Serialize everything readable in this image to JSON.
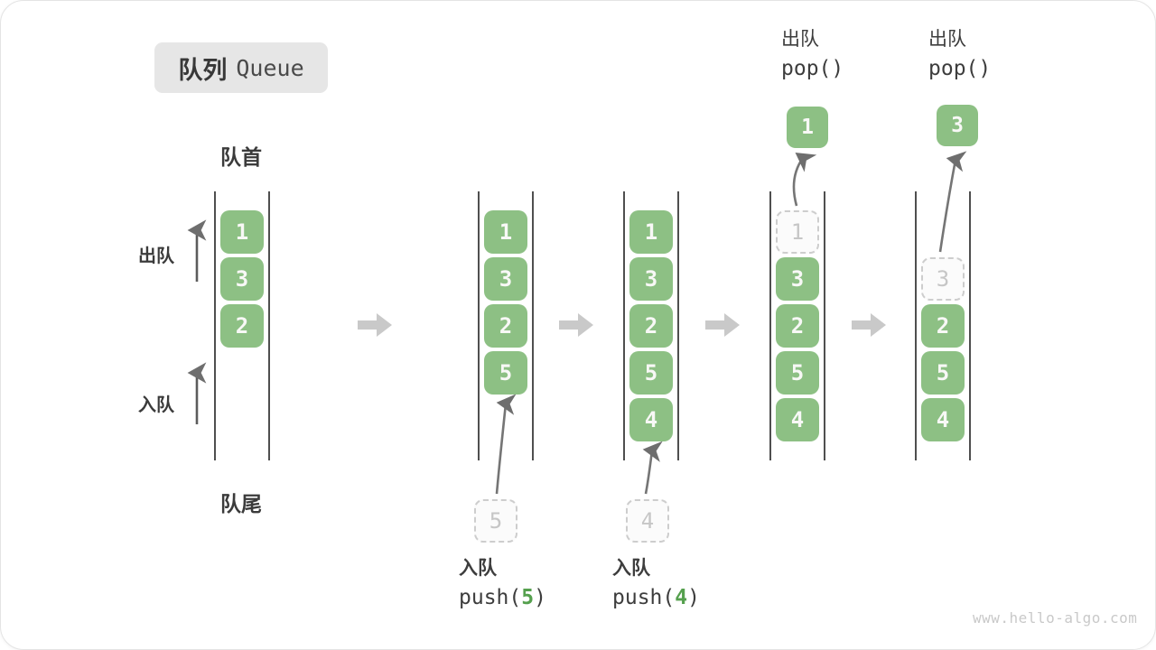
{
  "title": {
    "zh": "队列",
    "en": "Queue"
  },
  "labels": {
    "front": "队首",
    "rear": "队尾",
    "dequeue_side": "出队",
    "enqueue_side": "入队"
  },
  "queue_states": [
    {
      "slots": [
        {
          "value": "1",
          "style": "solid"
        },
        {
          "value": "3",
          "style": "solid"
        },
        {
          "value": "2",
          "style": "solid"
        },
        {
          "value": "",
          "style": "empty"
        },
        {
          "value": "",
          "style": "empty"
        }
      ]
    },
    {
      "slots": [
        {
          "value": "1",
          "style": "solid"
        },
        {
          "value": "3",
          "style": "solid"
        },
        {
          "value": "2",
          "style": "solid"
        },
        {
          "value": "5",
          "style": "solid"
        },
        {
          "value": "",
          "style": "empty"
        }
      ]
    },
    {
      "slots": [
        {
          "value": "1",
          "style": "solid"
        },
        {
          "value": "3",
          "style": "solid"
        },
        {
          "value": "2",
          "style": "solid"
        },
        {
          "value": "5",
          "style": "solid"
        },
        {
          "value": "4",
          "style": "solid"
        }
      ]
    },
    {
      "slots": [
        {
          "value": "1",
          "style": "dashed"
        },
        {
          "value": "3",
          "style": "solid"
        },
        {
          "value": "2",
          "style": "solid"
        },
        {
          "value": "5",
          "style": "solid"
        },
        {
          "value": "4",
          "style": "solid"
        }
      ]
    },
    {
      "slots": [
        {
          "value": "",
          "style": "empty"
        },
        {
          "value": "3",
          "style": "dashed"
        },
        {
          "value": "2",
          "style": "solid"
        },
        {
          "value": "5",
          "style": "solid"
        },
        {
          "value": "4",
          "style": "solid"
        }
      ]
    }
  ],
  "pop_annotations": [
    {
      "label": "出队",
      "code": "pop()",
      "value": "1"
    },
    {
      "label": "出队",
      "code": "pop()",
      "value": "3"
    }
  ],
  "push_annotations": [
    {
      "label": "入队",
      "code_before": "push(",
      "arg": "5",
      "code_after": ")",
      "ghost_value": "5"
    },
    {
      "label": "入队",
      "code_before": "push(",
      "arg": "4",
      "code_after": ")",
      "ghost_value": "4"
    }
  ],
  "watermark": "www.hello-algo.com",
  "colors": {
    "item_green": "#8dc084",
    "item_text": "#f8f8f6",
    "arg_green": "#55a04e",
    "block_arrow_gray": "#c9c9c9",
    "line_arrow_gray": "#757575",
    "wall_gray": "#4f4f4f",
    "ghost_border": "#cdcdcd",
    "ghost_text": "#c6c6c6",
    "title_bg": "#e6e6e6",
    "text_dark": "#3c3c3c",
    "watermark_gray": "#c9c9c9"
  }
}
